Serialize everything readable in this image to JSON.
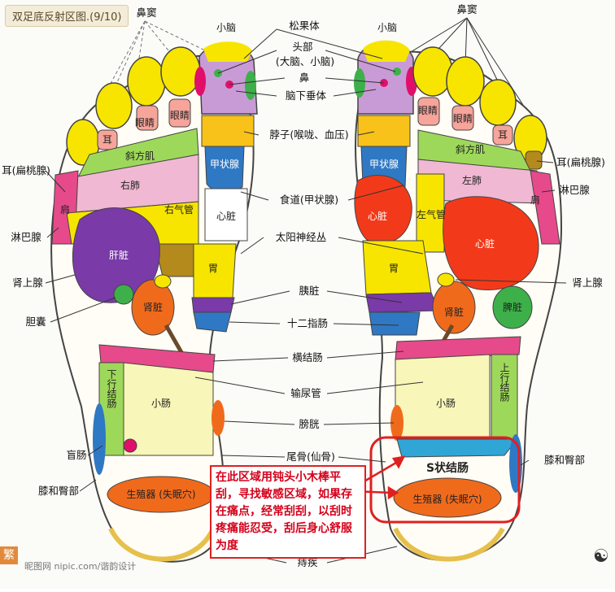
{
  "title": "双足底反射区图.(9/10)",
  "zones": {
    "xiaonao": "小脑",
    "meiyan": "眼睛",
    "er": "耳",
    "xiefangji": "斜方肌",
    "youfei": "右肺",
    "zuofei": "左肺",
    "youqiguan": "右气管",
    "zuoqiguan": "左气管",
    "jian": "肩",
    "jiazhuangxian": "甲状腺",
    "xinzang": "心脏",
    "ganzang": "肝脏",
    "wei": "胃",
    "shenzang": "肾脏",
    "pizang": "脾脏",
    "xiaxingjiechang": "下行结肠",
    "shangxingjiechang": "上行结肠",
    "xiaochang": "小肠",
    "s_jiechang": "S状结肠",
    "shengzhiqi": "生殖器 (失眠穴)"
  },
  "callouts": {
    "bidou_l": "鼻窦",
    "bidou_r": "鼻窦",
    "xiaonao_l": "小脑",
    "xiaonao_r": "小脑",
    "songguoti": "松果体",
    "toubu": "头部",
    "toubu_sub": "(大脑、小脑)",
    "bi": "鼻",
    "naoxiachuiti": "脑下垂体",
    "bozi": "脖子(喉咙、血压)",
    "shidao": "食道(甲状腺)",
    "taiyang": "太阳神经丛",
    "yizang": "胰脏",
    "shierzhichang": "十二指肠",
    "hengjiechang": "横结肠",
    "shuniaoguan": "输尿管",
    "pangguang": "膀胱",
    "weigu": "尾骨(仙骨)",
    "zhichuang": "痔疾",
    "er_biantaoxian_l": "耳(扁桃腺)",
    "er_biantaoxian_r": "耳(扁桃腺)",
    "linbaxian_l": "淋巴腺",
    "linbaxian_r": "淋巴腺",
    "shenshangxian_l": "肾上腺",
    "shenshangxian_r": "肾上腺",
    "dannang": "胆囊",
    "mangchang": "盲肠",
    "xihetunbu_l": "膝和臀部",
    "xihetunbu_r": "膝和臀部"
  },
  "note": "在此区域用钝头小木棒平刮，寻找敏感区域，如果存在痛点，经常刮刮，以刮时疼痛能忍受，刮后身心舒服为度",
  "fan_tab": "繁",
  "watermark": "昵图网 nipic.com/谐韵设计",
  "colors": {
    "accent_red": "#e02020",
    "yellow": "#f7e500",
    "pink": "#f0b8d2",
    "purple": "#7a3aa8",
    "orange": "#f06a1c",
    "green": "#3db04a",
    "blue": "#2f78c4"
  }
}
